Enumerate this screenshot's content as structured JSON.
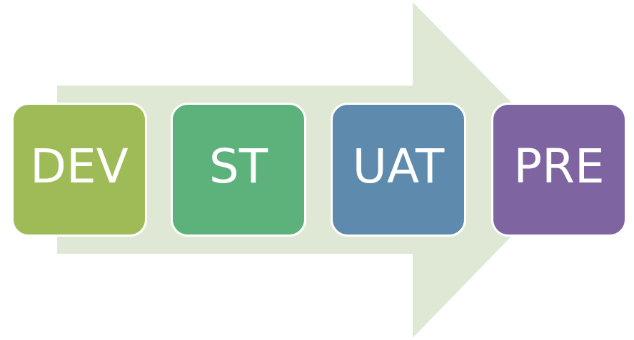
{
  "diagram": {
    "arrow_color": "#dfe8d5",
    "stages": [
      {
        "label": "DEV",
        "color": "#9fbb58"
      },
      {
        "label": "ST",
        "color": "#5db27c"
      },
      {
        "label": "UAT",
        "color": "#5e8bad"
      },
      {
        "label": "PRE",
        "color": "#7f64a2"
      }
    ]
  }
}
